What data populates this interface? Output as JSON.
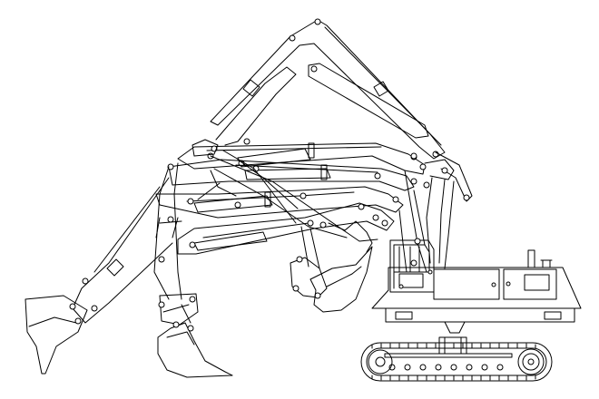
{
  "drawing": {
    "subject": "excavator-working-range",
    "line_color": "#000000",
    "background": "#ffffff",
    "boom_positions": 4,
    "bucket_positions": 4
  }
}
